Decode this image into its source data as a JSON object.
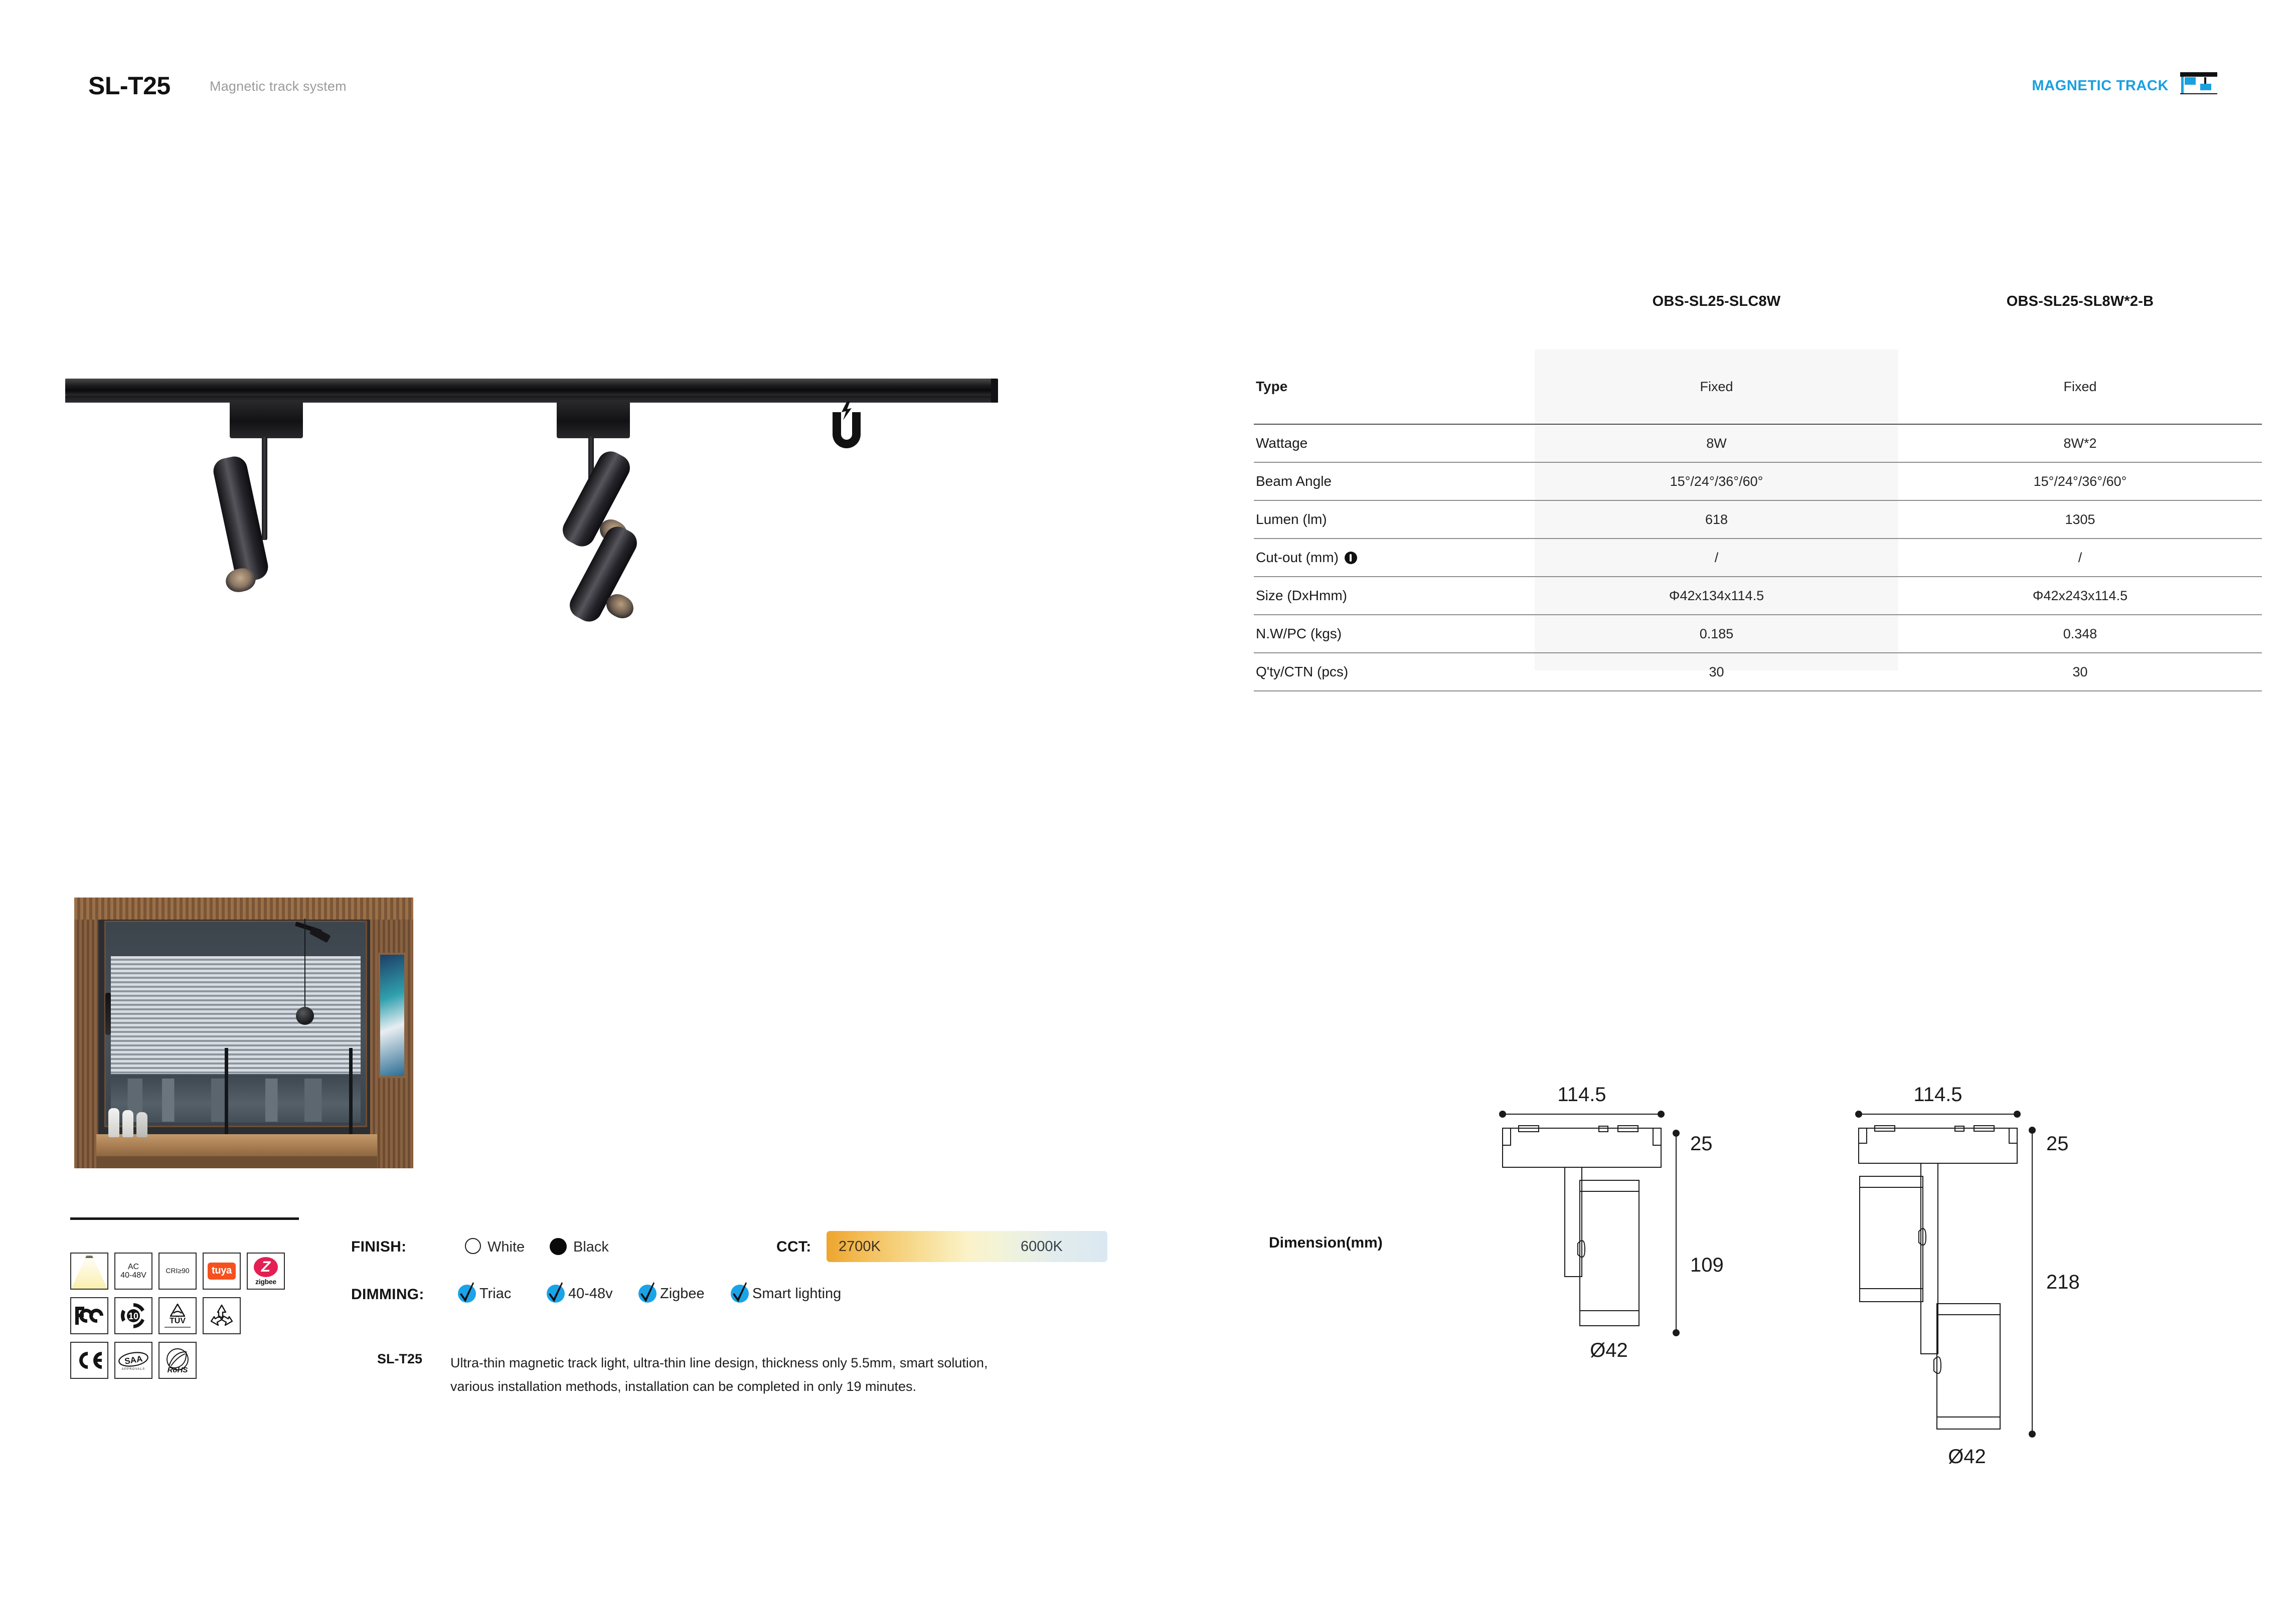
{
  "header": {
    "title": "SL-T25",
    "subtitle": "Magnetic track system",
    "brand": "MAGNETIC TRACK",
    "brand_color": "#1a9fe0",
    "brand_icon": "magnetic-track-icon"
  },
  "hero": {
    "magnet_icon": "magnet-icon",
    "alt": "black magnetic track rail with two spotlight fixtures"
  },
  "room_scene": {
    "alt": "interior office scene with wood slat walls, window blinds, desk and track spotlight"
  },
  "table": {
    "columns": [
      "OBS-SL25-SLC8W",
      "OBS-SL25-SL8W*2-B"
    ],
    "shaded_column_index": 0,
    "rows": [
      {
        "label": "Type",
        "bold": true,
        "info": false,
        "values": [
          "Fixed",
          "Fixed"
        ]
      },
      {
        "label": "Wattage",
        "bold": false,
        "info": false,
        "values": [
          "8W",
          "8W*2"
        ]
      },
      {
        "label": "Beam Angle",
        "bold": false,
        "info": false,
        "values": [
          "15°/24°/36°/60°",
          "15°/24°/36°/60°"
        ]
      },
      {
        "label": "Lumen (lm)",
        "bold": false,
        "info": false,
        "values": [
          "618",
          "1305"
        ]
      },
      {
        "label": "Cut-out (mm)",
        "bold": false,
        "info": true,
        "values": [
          "/",
          "/"
        ]
      },
      {
        "label": "Size (DxHmm)",
        "bold": false,
        "info": false,
        "values": [
          "Φ42x134x114.5",
          "Φ42x243x114.5"
        ]
      },
      {
        "label": "N.W/PC (kgs)",
        "bold": false,
        "info": false,
        "values": [
          "0.185",
          "0.348"
        ]
      },
      {
        "label": "Q'ty/CTN (pcs)",
        "bold": false,
        "info": false,
        "values": [
          "30",
          "30"
        ]
      }
    ]
  },
  "certifications": [
    {
      "name": "beam-angle-icon",
      "line1": "",
      "line2": ""
    },
    {
      "name": "ac-voltage-badge",
      "line1": "AC",
      "line2": "40-48V"
    },
    {
      "name": "cri-badge",
      "line1": "CRI≥90",
      "line2": ""
    },
    {
      "name": "tuya-badge",
      "line1": "tuya",
      "line2": ""
    },
    {
      "name": "zigbee-badge",
      "line1": "Z",
      "line2": "zigbee"
    },
    {
      "name": "fcc-badge",
      "line1": "FC",
      "line2": ""
    },
    {
      "name": "rohs-10-badge",
      "line1": "10",
      "line2": ""
    },
    {
      "name": "tuv-badge",
      "line1": "TÜV",
      "line2": ""
    },
    {
      "name": "recycle-badge",
      "line1": "",
      "line2": ""
    },
    {
      "name": "ce-badge",
      "line1": "CE",
      "line2": ""
    },
    {
      "name": "saa-badge",
      "line1": "SAA",
      "line2": ""
    },
    {
      "name": "rohs-leaf-badge",
      "line1": "RoHS",
      "line2": ""
    }
  ],
  "options": {
    "finish_label": "FINISH:",
    "finish": [
      {
        "label": "White",
        "color": "#ffffff",
        "selected": false
      },
      {
        "label": "Black",
        "color": "#0a0a0a",
        "selected": true
      }
    ],
    "cct_label": "CCT:",
    "cct_min": "2700K",
    "cct_max": "6000K",
    "cct_gradient_from": "#eda52e",
    "cct_gradient_to": "#dbe8f1",
    "dimming_label": "DIMMING:",
    "dimming": [
      "Triac",
      "40-48v",
      "Zigbee",
      "Smart lighting"
    ],
    "check_color": "#1ba3e8"
  },
  "description": {
    "code": "SL-T25",
    "text": "Ultra-thin magnetic track light, ultra-thin line design, thickness only 5.5mm, smart solution, various installation methods, installation can be completed in only 19 minutes."
  },
  "dimensions": {
    "title": "Dimension(mm)",
    "drawings": [
      {
        "name": "single-head-drawing",
        "width": "114.5",
        "head": "25",
        "height": "109",
        "diameter": "Ø42"
      },
      {
        "name": "double-head-drawing",
        "width": "114.5",
        "head": "25",
        "height": "218",
        "diameter": "Ø42"
      }
    ]
  }
}
